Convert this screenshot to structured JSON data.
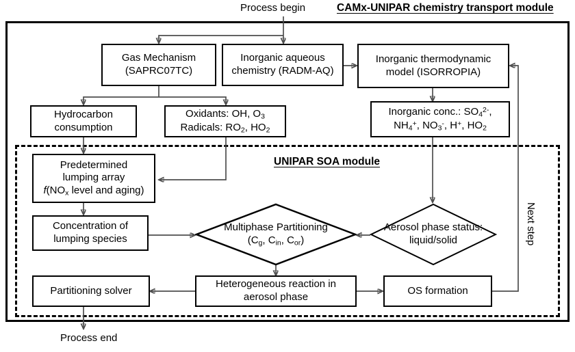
{
  "diagram": {
    "title_outer": "CAMx-UNIPAR chemistry transport module",
    "title_inner": "UNIPAR SOA module",
    "start_label": "Process begin",
    "end_label": "Process end",
    "loop_label": "Next step"
  },
  "nodes": {
    "gas_mechanism": {
      "line1": "Gas Mechanism",
      "line2": "(SAPRC07TC)"
    },
    "inorganic_aqueous": {
      "line1": "Inorganic aqueous",
      "line2": "chemistry (RADM-AQ)"
    },
    "inorganic_thermo": {
      "line1": "Inorganic thermodynamic",
      "line2": "model (ISORROPIA)"
    },
    "hydrocarbon": {
      "line1": "Hydrocarbon",
      "line2": "consumption"
    },
    "oxidants": {
      "line1_pre": "Oxidants: OH, O",
      "line1_sub": "3",
      "line2_pre": "Radicals:  RO",
      "line2_sub1": "2",
      "line2_mid": ", HO",
      "line2_sub2": "2"
    },
    "inorganic_conc": {
      "line1_pre": "Inorganic conc.: SO",
      "line1_sub": "4",
      "line1_sup": "2-",
      "line1_post": ",",
      "line2_a": "NH",
      "line2_a_sub": "4",
      "line2_a_sup": "+",
      "line2_b": ", NO",
      "line2_b_sub": "3",
      "line2_b_sup": "-",
      "line2_c": ", H",
      "line2_c_sup": "+",
      "line2_d": ", HO",
      "line2_d_sub": "2"
    },
    "lumping_array": {
      "line1": "Predetermined",
      "line2": "lumping array",
      "line3_f": "f",
      "line3_a": "(NO",
      "line3_sub": "x",
      "line3_b": " level and aging)"
    },
    "concentration": {
      "line1": "Concentration of",
      "line2": "lumping species"
    },
    "multiphase": {
      "line1": "Multiphase Partitioning",
      "line2_open": "(C",
      "line2_s1": "g",
      "line2_m1": ", C",
      "line2_s2": "in",
      "line2_m2": ", C",
      "line2_s3": "or",
      "line2_close": ")"
    },
    "aerosol_status": {
      "line1": "Aerosol phase status:",
      "line2": "liquid/solid"
    },
    "partitioning_solver": {
      "line1": "Partitioning solver"
    },
    "heterogeneous": {
      "line1": "Heterogeneous reaction in",
      "line2": "aerosol phase"
    },
    "os_formation": {
      "line1": "OS formation"
    }
  },
  "colors": {
    "stroke": "#000000",
    "wire": "#4d4d4d",
    "background": "#ffffff"
  }
}
